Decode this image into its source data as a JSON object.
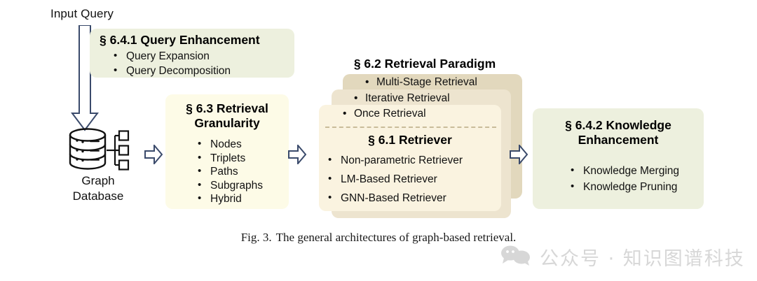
{
  "figure": {
    "input_label": "Input Query",
    "database_label": "Graph\nDatabase",
    "database_label_line1": "Graph",
    "database_label_line2": "Database",
    "caption_number": "Fig. 3.",
    "caption_text": "The general architectures of graph-based retrieval."
  },
  "boxes": {
    "query_enhancement": {
      "title": "§ 6.4.1 Query Enhancement",
      "items": [
        "Query Expansion",
        "Query Decomposition"
      ],
      "color": "#edf0de"
    },
    "retrieval_granularity": {
      "title_line1": "§ 6.3 Retrieval",
      "title_line2": "Granularity",
      "items": [
        "Nodes",
        "Triplets",
        "Paths",
        "Subgraphs",
        "Hybrid"
      ],
      "color": "#fdfbe7"
    },
    "retrieval_paradigm": {
      "title": "§ 6.2 Retrieval Paradigm",
      "items": [
        "Multi-Stage Retrieval",
        "Iterative Retrieval",
        "Once Retrieval"
      ],
      "card_colors": [
        "#e2d8bd",
        "#ede4cf",
        "#faf3e0"
      ]
    },
    "retriever": {
      "title": "§ 6.1 Retriever",
      "items": [
        "Non-parametric Retriever",
        "LM-Based Retriever",
        "GNN-Based Retriever"
      ],
      "color": "#faf3e0"
    },
    "knowledge_enhancement": {
      "title_line1": "§ 6.4.2 Knowledge",
      "title_line2": "Enhancement",
      "items": [
        "Knowledge Merging",
        "Knowledge Pruning"
      ],
      "color": "#edf0de"
    }
  },
  "arrows": {
    "input_arrow": "down-arrow",
    "db_to_granularity": "right-arrow",
    "granularity_to_paradigm": "right-arrow",
    "retriever_to_knowledge": "right-arrow",
    "color": "#3a4a6b"
  },
  "watermark": {
    "text": "公众号 · 知识图谱科技",
    "icon": "wechat-icon",
    "color": "#b7b7b7"
  }
}
